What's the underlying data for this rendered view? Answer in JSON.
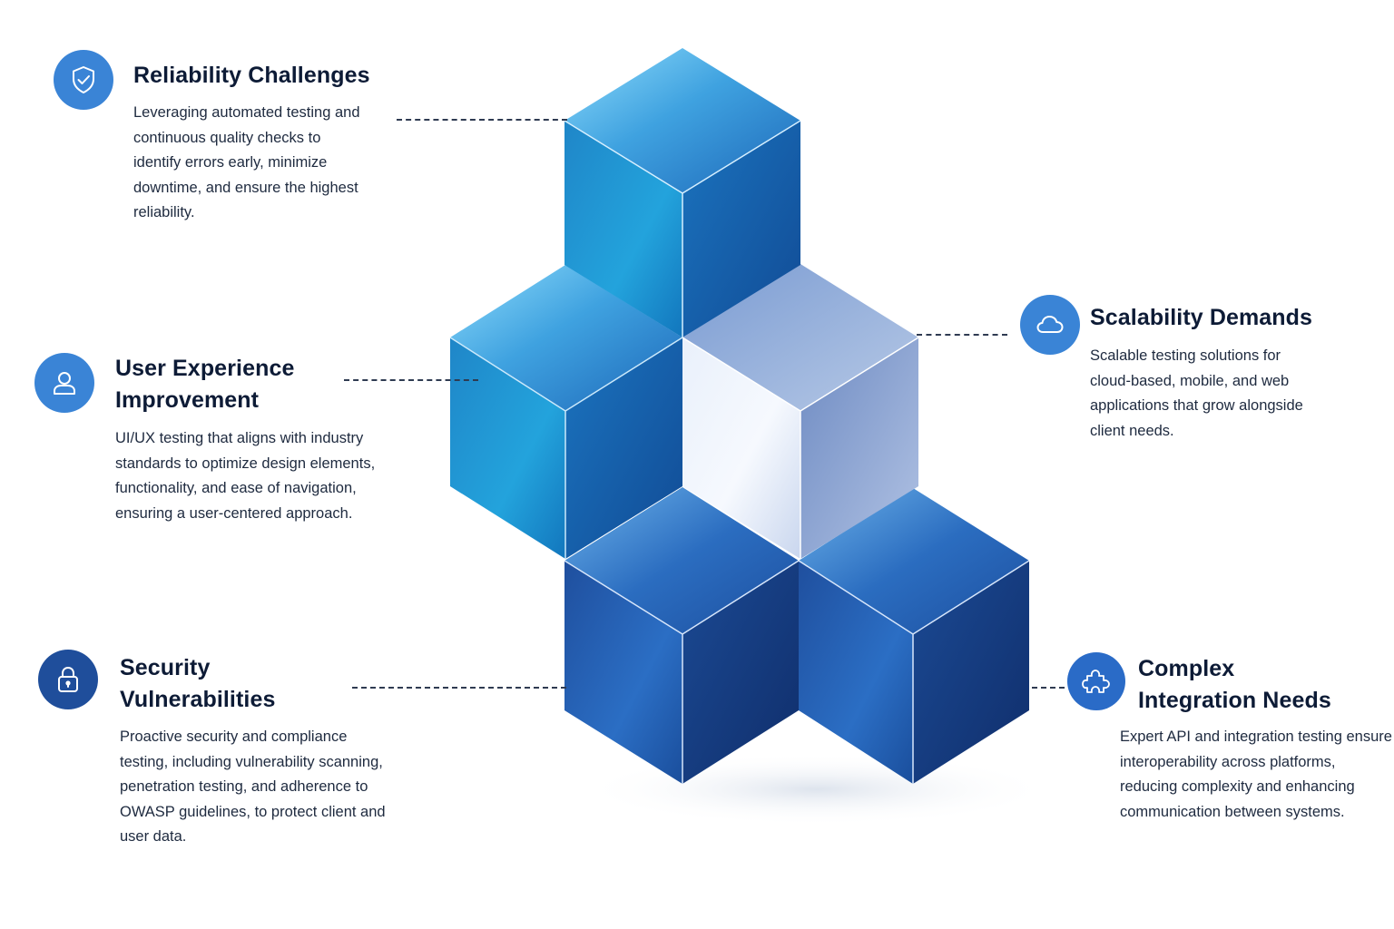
{
  "colors": {
    "icon_blue": "#3a84d6",
    "icon_dark": "#1f4e9b",
    "cube_light": "#5cc4ef",
    "cube_mid": "#1d74c4",
    "cube_dark": "#173f8d",
    "cube_silver": "#b7c7e2",
    "title_text": "#0d1b36"
  },
  "items": [
    {
      "icon": "shield-check-icon",
      "title": "Reliability Challenges",
      "lines": [
        "Leveraging automated testing and",
        "continuous quality checks to",
        "identify errors early, minimize",
        "downtime, and ensure the highest",
        "reliability."
      ]
    },
    {
      "icon": "user-icon",
      "title_lines": [
        "User Experience",
        "Improvement"
      ],
      "lines": [
        "UI/UX testing that aligns with industry",
        "standards to optimize design elements,",
        "functionality, and ease of navigation,",
        "ensuring a user-centered approach."
      ]
    },
    {
      "icon": "lock-icon",
      "title_lines": [
        "Security",
        "Vulnerabilities"
      ],
      "lines": [
        "Proactive security and compliance",
        "testing, including vulnerability scanning,",
        "penetration testing, and adherence to",
        "OWASP guidelines, to protect client and",
        "user data."
      ]
    },
    {
      "icon": "cloud-icon",
      "title": "Scalability Demands",
      "lines": [
        "Scalable testing solutions for",
        "cloud-based, mobile, and web",
        "applications that grow alongside",
        "client needs."
      ]
    },
    {
      "icon": "puzzle-icon",
      "title_lines": [
        "Complex",
        "Integration Needs"
      ],
      "lines": [
        "Expert API and integration testing ensure",
        "interoperability across platforms,",
        "reducing complexity and enhancing",
        "communication between systems."
      ]
    }
  ]
}
